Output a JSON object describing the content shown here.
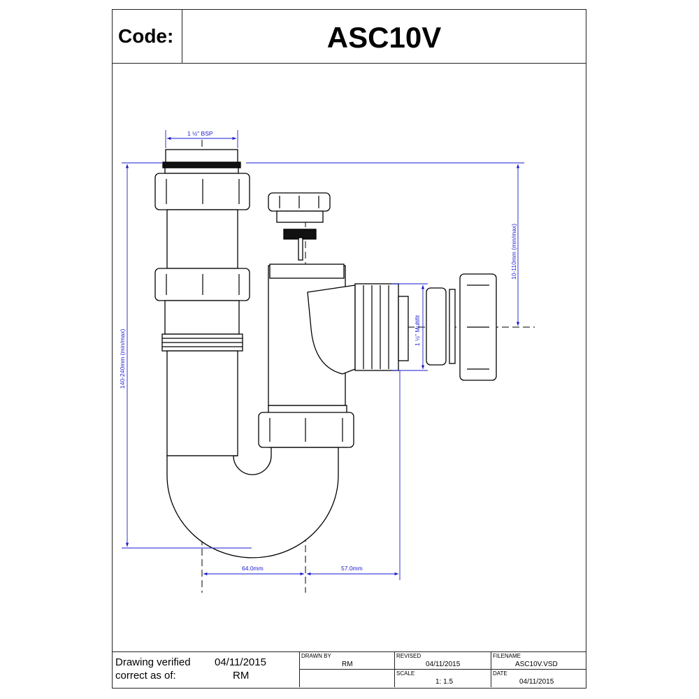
{
  "header": {
    "code_label": "Code:",
    "code_value": "ASC10V"
  },
  "dimensions": {
    "bsp": "1 ½\" BSP",
    "height_range": "140-240mm (min/max)",
    "outlet_range": "10-110mm (min/max)",
    "multifit": "1 ½\" Multifit",
    "offset_a": "64.0mm",
    "offset_b": "57.0mm"
  },
  "footer": {
    "verified_line1": "Drawing verified",
    "verified_line2": "correct as of:",
    "verified_date": "04/11/2015",
    "verified_by": "RM",
    "drawn_by_label": "DRAWN BY",
    "drawn_by_value": "RM",
    "revised_label": "REVISED",
    "revised_value": "04/11/2015",
    "filename_label": "FILENAME",
    "filename_value": "ASC10V.VSD",
    "scale_label": "SCALE",
    "scale_value": "1: 1.5",
    "date_label": "DATE",
    "date_value": "04/11/2015"
  },
  "colors": {
    "dimension": "#1a1ad0",
    "outline": "#000000"
  }
}
